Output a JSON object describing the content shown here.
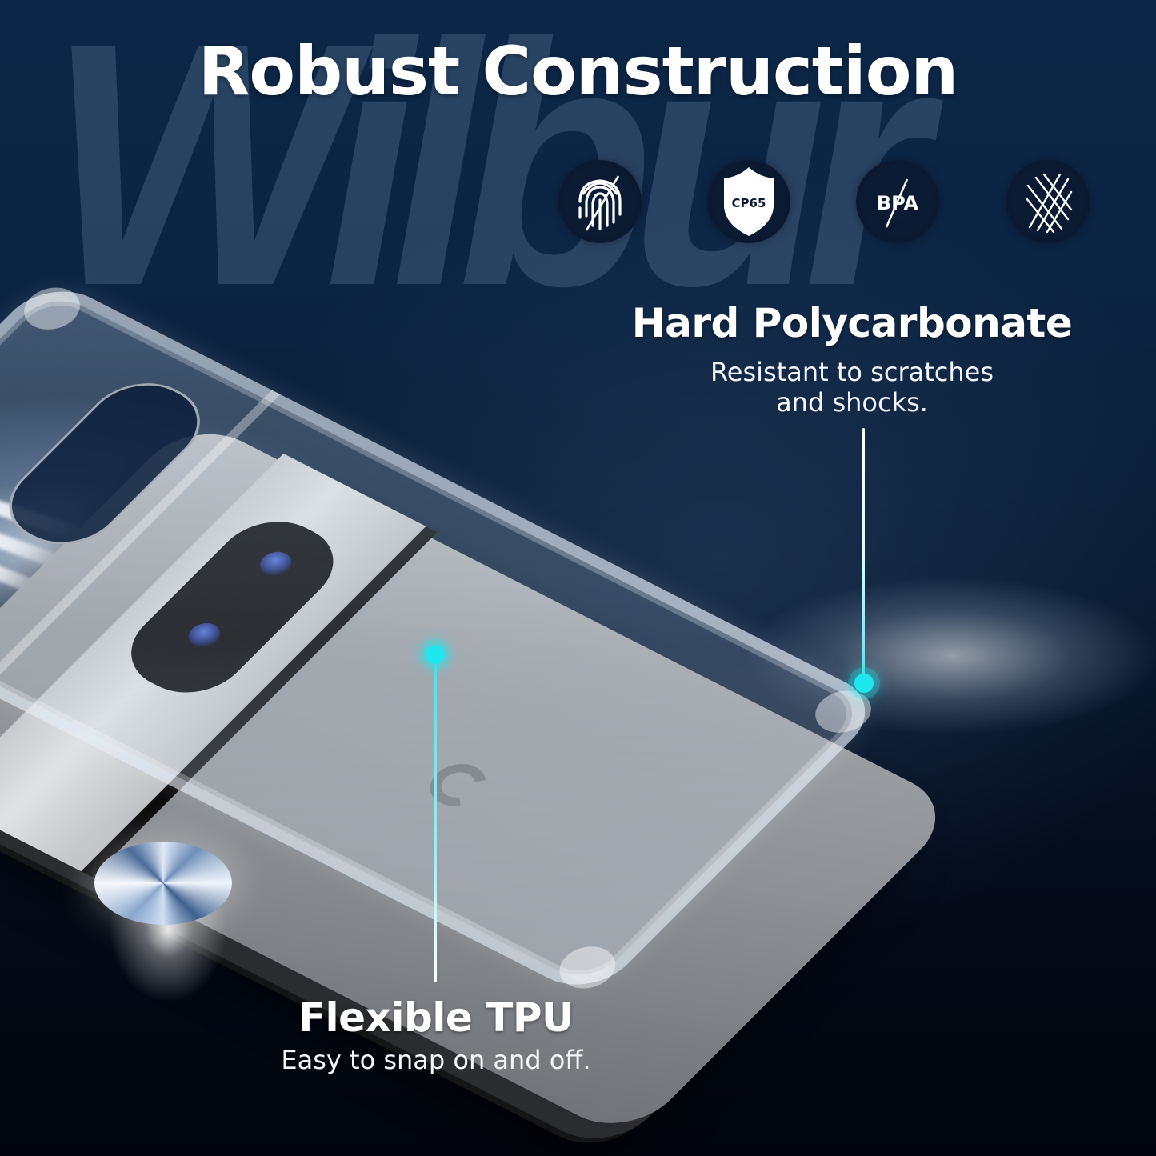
{
  "watermark": {
    "text": "Wilbur"
  },
  "header": {
    "title": "Robust Construction"
  },
  "badges": [
    {
      "icon": "fingerprint-crossed-icon",
      "label": "Anti-fingerprint"
    },
    {
      "icon": "shield-icon",
      "label": "CP65"
    },
    {
      "icon": "bpa-free-icon",
      "label": "BPA"
    },
    {
      "icon": "scratch-resistant-icon",
      "label": "Anti-scratch"
    }
  ],
  "callouts": {
    "polycarbonate": {
      "title": "Hard Polycarbonate",
      "subtitle_line1": "Resistant to scratches",
      "subtitle_line2": "and shocks."
    },
    "tpu": {
      "title": "Flexible TPU",
      "subtitle": "Easy to snap on and off."
    }
  },
  "colors": {
    "background_top": "#0c2748",
    "background_bottom": "#02050d",
    "accent_cyan": "#1ee8ee",
    "text": "#ffffff",
    "badge_bg": "#0b1c36"
  }
}
